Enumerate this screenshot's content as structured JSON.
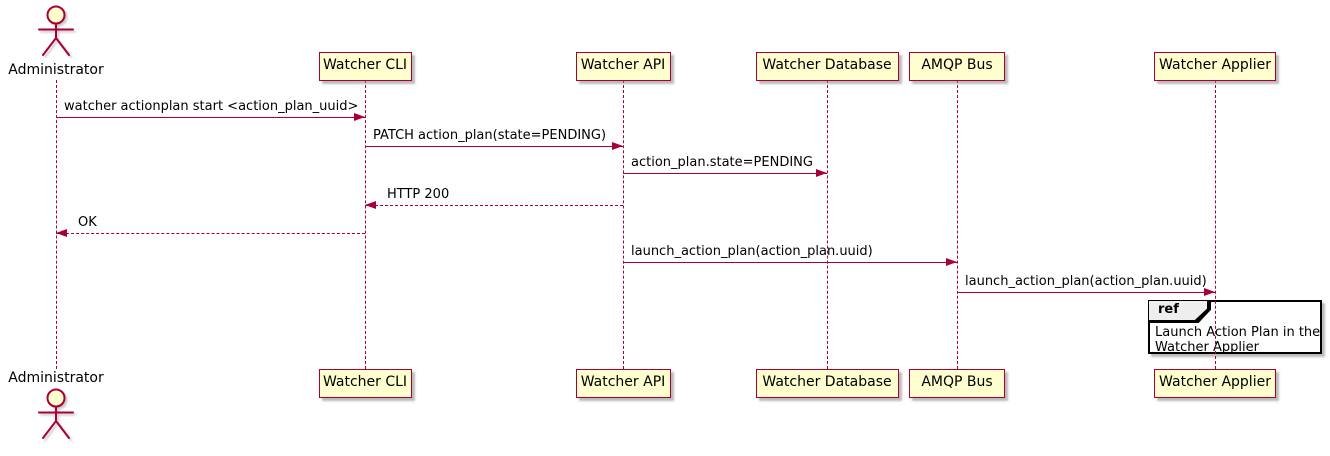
{
  "diagram": {
    "type": "sequence",
    "colors": {
      "stroke": "#A80036",
      "participant_fill": "#FEFECE",
      "text": "#000000",
      "ref_border": "#000000",
      "ref_header_fill": "#EEEEEE",
      "ref_fill": "#FFFFFF"
    },
    "participants": [
      {
        "label": "Administrator",
        "kind": "actor"
      },
      {
        "label": "Watcher CLI",
        "kind": "participant"
      },
      {
        "label": "Watcher API",
        "kind": "participant"
      },
      {
        "label": "Watcher Database",
        "kind": "participant"
      },
      {
        "label": "AMQP Bus",
        "kind": "participant"
      },
      {
        "label": "Watcher Applier",
        "kind": "participant"
      }
    ],
    "messages": [
      {
        "text": "watcher actionplan start <action_plan_uuid>",
        "from": 0,
        "to": 1,
        "line": "solid"
      },
      {
        "text": "PATCH action_plan(state=PENDING)",
        "from": 1,
        "to": 2,
        "line": "solid"
      },
      {
        "text": "action_plan.state=PENDING",
        "from": 2,
        "to": 3,
        "line": "solid"
      },
      {
        "text": "HTTP 200",
        "from": 2,
        "to": 1,
        "line": "dashed"
      },
      {
        "text": "OK",
        "from": 1,
        "to": 0,
        "line": "dashed"
      },
      {
        "text": "launch_action_plan(action_plan.uuid)",
        "from": 2,
        "to": 4,
        "line": "solid"
      },
      {
        "text": "launch_action_plan(action_plan.uuid)",
        "from": 4,
        "to": 5,
        "line": "solid"
      }
    ],
    "ref": {
      "keyword": "ref",
      "lines": [
        "Launch Action Plan in the",
        "Watcher Applier"
      ]
    }
  }
}
